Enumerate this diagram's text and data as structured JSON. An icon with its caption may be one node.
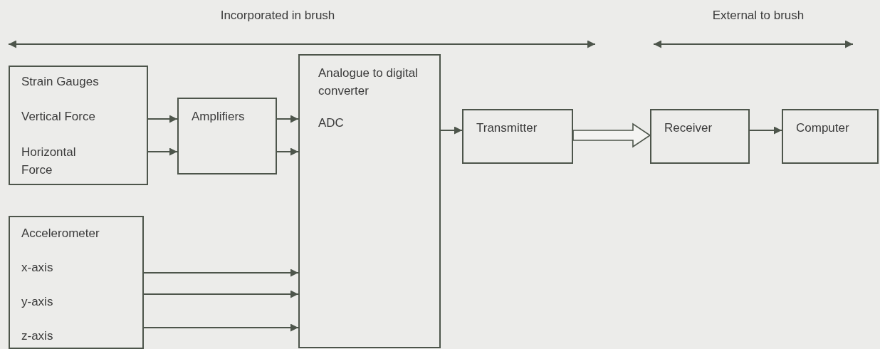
{
  "diagram": {
    "nodes": [
      {
        "text": [
          "Strain Gauges",
          "Vertical Force",
          "Horizontal Force"
        ]
      },
      {
        "text": [
          "Amplifiers"
        ]
      },
      {
        "text": [
          "Analogue to digital converter",
          "ADC"
        ]
      },
      {
        "text": [
          "Transmitter"
        ]
      },
      {
        "text": [
          "Receiver"
        ]
      },
      {
        "text": [
          "Computer"
        ]
      },
      {
        "text": [
          "Accelerometer",
          "x-axis",
          "y-axis",
          "z-axis"
        ]
      }
    ],
    "edges": [
      {
        "from": 0,
        "to": 1,
        "arrow": "to"
      },
      {
        "from": 0,
        "to": 1,
        "arrow": "to"
      },
      {
        "from": 1,
        "to": 2,
        "arrow": "to"
      },
      {
        "from": 1,
        "to": 2,
        "arrow": "to"
      },
      {
        "from": 6,
        "to": 2,
        "arrow": "to"
      },
      {
        "from": 6,
        "to": 2,
        "arrow": "to"
      },
      {
        "from": 6,
        "to": 2,
        "arrow": "to"
      },
      {
        "from": 2,
        "to": 3,
        "arrow": "to"
      },
      {
        "from": 3,
        "to": 4,
        "arrow": "to",
        "style": "thick"
      },
      {
        "from": 4,
        "to": 5,
        "arrow": "to"
      }
    ],
    "labels": [
      "Incorporated in brush",
      "External to brush"
    ]
  }
}
